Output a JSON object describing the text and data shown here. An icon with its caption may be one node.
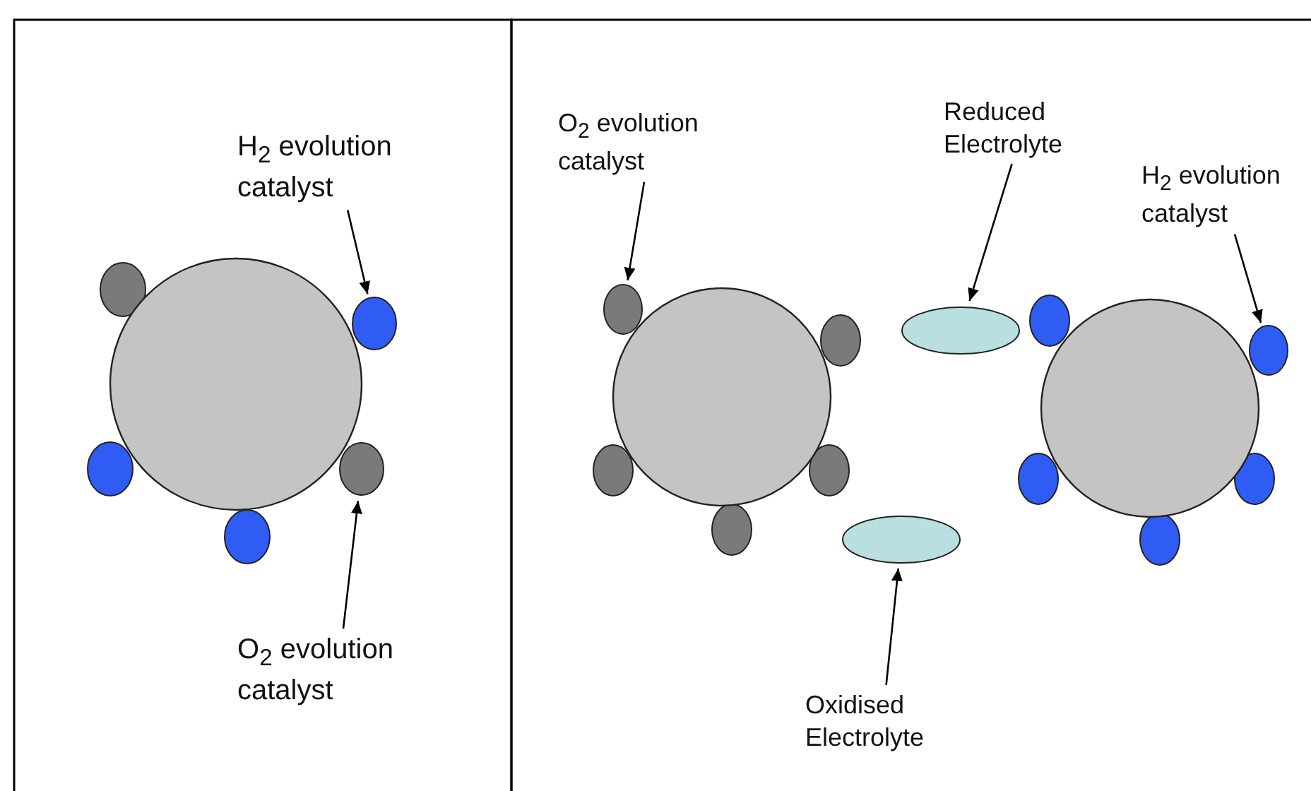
{
  "diagram": {
    "nodes": [
      {
        "text": [
          "H$_{2}$ evolution catalyst"
        ]
      },
      {
        "text": [],
        "shape": "ellipse"
      },
      {
        "text": [],
        "shape": "ellipse"
      },
      {
        "text": [
          "O$_{2}$ evolution catalyst"
        ]
      },
      {
        "text": [
          "O$_{2}$ evolution catalyst"
        ]
      },
      {
        "text": [],
        "shape": "ellipse"
      },
      {
        "text": [
          "Reduced Electrolyte"
        ]
      },
      {
        "text": [],
        "shape": "ellipse"
      },
      {
        "text": [
          "H$_{2}$ evolution catalyst"
        ]
      },
      {
        "text": [],
        "shape": "ellipse"
      },
      {
        "text": [],
        "shape": "ellipse"
      },
      {
        "text": [
          "Oxidised Electrolyte"
        ]
      }
    ],
    "edges": [
      {
        "from": 0,
        "to": 1,
        "arrow": "to"
      },
      {
        "from": 3,
        "to": 2,
        "arrow": "to"
      },
      {
        "from": 4,
        "to": 5,
        "arrow": "to"
      },
      {
        "from": 6,
        "to": 7,
        "arrow": "to"
      },
      {
        "from": 8,
        "to": 9,
        "arrow": "to"
      },
      {
        "from": 11,
        "to": 10,
        "arrow": "to"
      }
    ]
  }
}
